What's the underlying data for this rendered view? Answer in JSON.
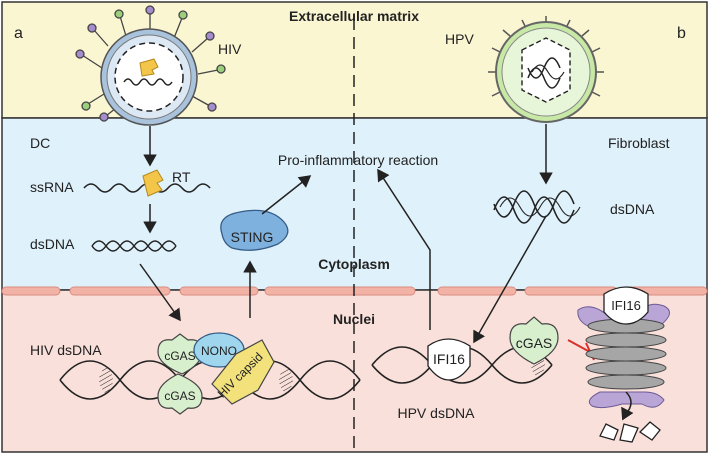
{
  "regions": {
    "extracellular": "Extracellular matrix",
    "cytoplasm": "Cytoplasm",
    "nuclei": "Nuclei"
  },
  "panels": {
    "left": "a",
    "right": "b"
  },
  "cells": {
    "left": "DC",
    "right": "Fibroblast"
  },
  "viruses": {
    "left": "HIV",
    "right": "HPV"
  },
  "labels": {
    "ssrna": "ssRNA",
    "rt": "RT",
    "dsdna_left": "dsDNA",
    "dsdna_right": "dsDNA",
    "sting": "STING",
    "pro_inflammatory": "Pro-inflammatory reaction",
    "hiv_dsdna": "HIV dsDNA",
    "hpv_dsdna": "HPV dsDNA",
    "cgas_top": "cGAS",
    "cgas_bottom": "cGAS",
    "nono": "NONO",
    "hiv_capsid": "HIV capsid",
    "ifi16_dna": "IFI16",
    "cgas_right": "cGAS",
    "ifi16_nucleosome": "IFI16"
  },
  "colors": {
    "extracellular": "#fbf6d2",
    "cytoplasm": "#dff1fa",
    "nucleus": "#f9e0da",
    "membrane": "#f2b3a6",
    "hiv_envelope": "#a9c3dd",
    "hpv_capsid": "#c8e8a6",
    "sting": "#7fb1de",
    "cgas": "#d8efce",
    "nono": "#9fd6ee",
    "capsid_protein": "#f3e27c",
    "histone": "#a6a6a6",
    "histone_tail": "#b9a6d6",
    "inhibit": "#d9302c"
  }
}
